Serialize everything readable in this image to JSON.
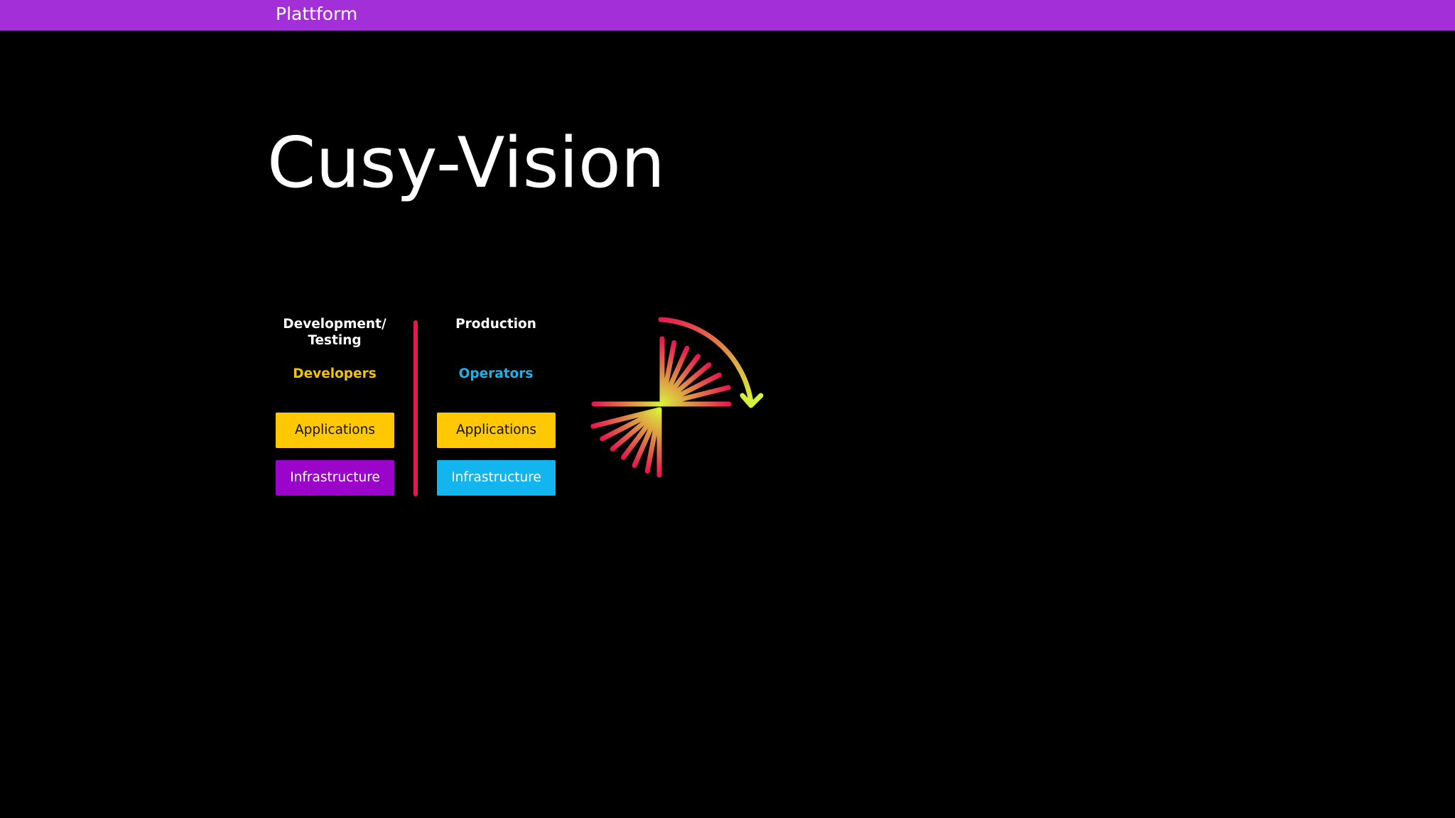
{
  "header": {
    "section_label": "Plattform"
  },
  "title": "Cusy-Vision",
  "columns": [
    {
      "heading": "Development/ Testing",
      "role": "Developers",
      "role_color": "#f5c400",
      "boxes": [
        {
          "label": "Applications",
          "bg": "#ffc800",
          "fg": "#111111"
        },
        {
          "label": "Infrastructure",
          "bg": "#9a05c9",
          "fg": "#ffffff"
        }
      ]
    },
    {
      "heading": "Production",
      "role": "Operators",
      "role_color": "#1ab2e8",
      "boxes": [
        {
          "label": "Applications",
          "bg": "#ffc800",
          "fg": "#111111"
        },
        {
          "label": "Infrastructure",
          "bg": "#13b5ee",
          "fg": "#ffffff"
        }
      ]
    }
  ],
  "colors": {
    "topbar": "#a22fd8",
    "divider": "#e8184f",
    "logo_start": "#e8184f",
    "logo_end": "#d8f03c"
  },
  "logo": {
    "icon": "devops-cycle-icon"
  }
}
